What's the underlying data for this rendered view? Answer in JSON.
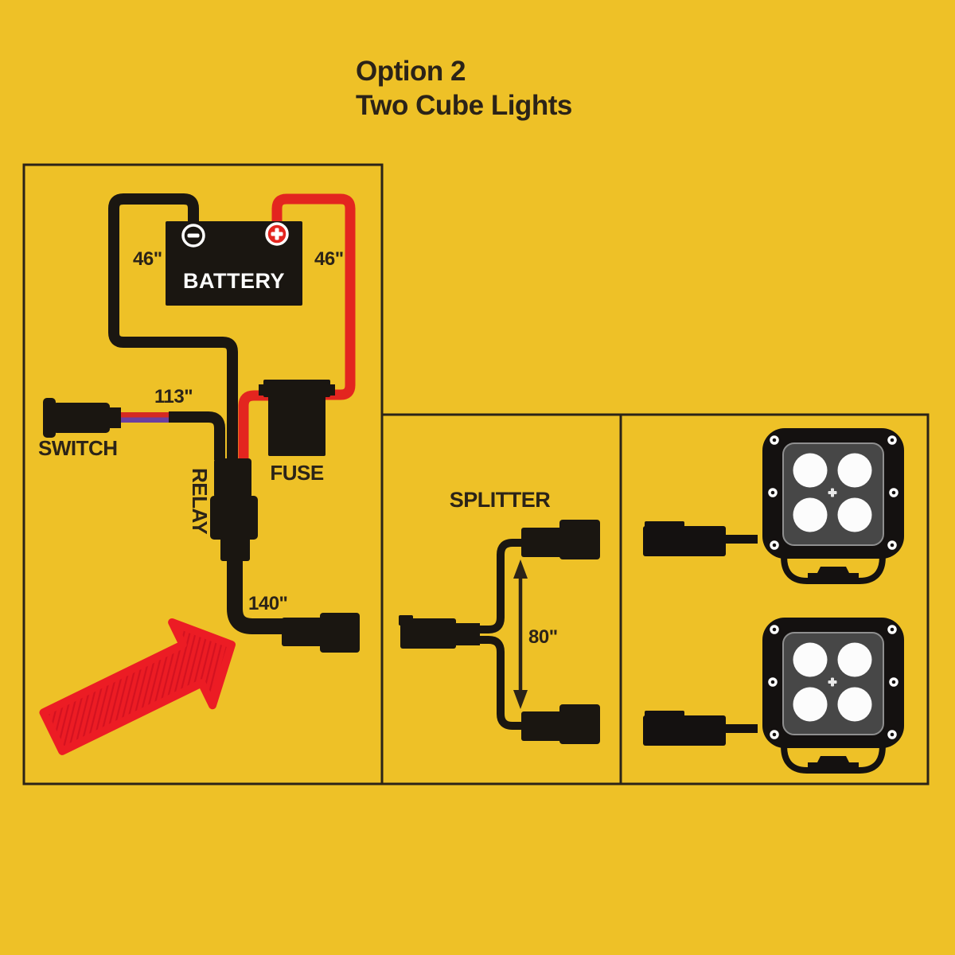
{
  "title": {
    "line1": "Option 2",
    "line2": "Two Cube Lights"
  },
  "wiring_panel": {
    "battery_label": "BATTERY",
    "negative_wire_length": "46\"",
    "positive_wire_length": "46\"",
    "switch_wire_length": "113\"",
    "switch_label": "SWITCH",
    "relay_label": "RELAY",
    "fuse_label": "FUSE",
    "output_wire_length": "140\"",
    "battery_negative_icon": "minus-icon",
    "battery_positive_icon": "plus-icon",
    "highlight_icon": "red-marker-arrow-icon"
  },
  "splitter_panel": {
    "title": "SPLITTER",
    "branch_spacing": "80\"",
    "spacing_icon": "vertical-double-arrow-icon"
  },
  "lights_panel": {
    "light_count": 2,
    "leds_per_light": 4,
    "lights": [
      {
        "name": "cube-light-1"
      },
      {
        "name": "cube-light-2"
      }
    ]
  },
  "colors": {
    "background": "#eec127",
    "ink": "#2b2318",
    "wire_black": "#1a1611",
    "wire_red": "#e3251f",
    "arrow_red": "#ec1c24",
    "switch_stripe_red": "#d42a22",
    "switch_stripe_purple": "#6b3fa0",
    "battery_text": "#ffffff",
    "led_white": "#fcfcfc",
    "light_body_black": "#141110",
    "light_inner_gray": "#474747"
  }
}
